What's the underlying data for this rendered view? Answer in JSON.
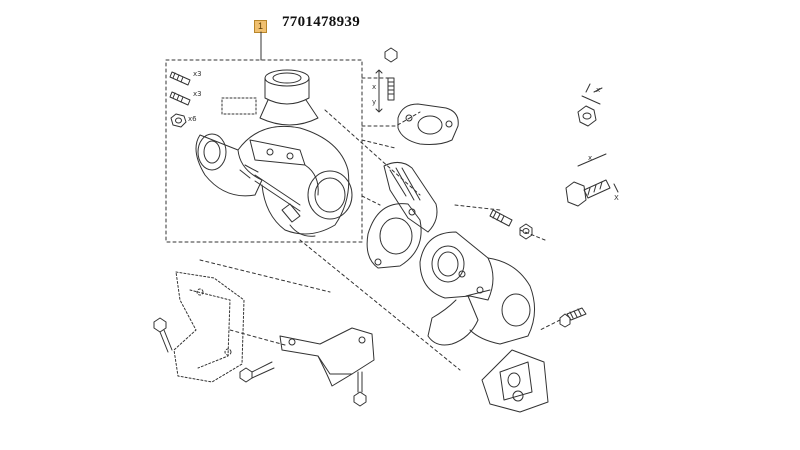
{
  "callout": {
    "ref": "1",
    "part_number": "7701478939"
  },
  "quantities": {
    "stud_a": "x3",
    "stud_b": "x3",
    "nut": "x6"
  },
  "dimension_marks": {
    "stud_top": "x",
    "stud_bottom": "y",
    "nut_right": "x",
    "bolt_right_top": "x",
    "bolt_right_bottom": "X"
  },
  "colors": {
    "line": "#333333",
    "callout_fill": "#f0c070",
    "callout_border": "#b8862a"
  }
}
